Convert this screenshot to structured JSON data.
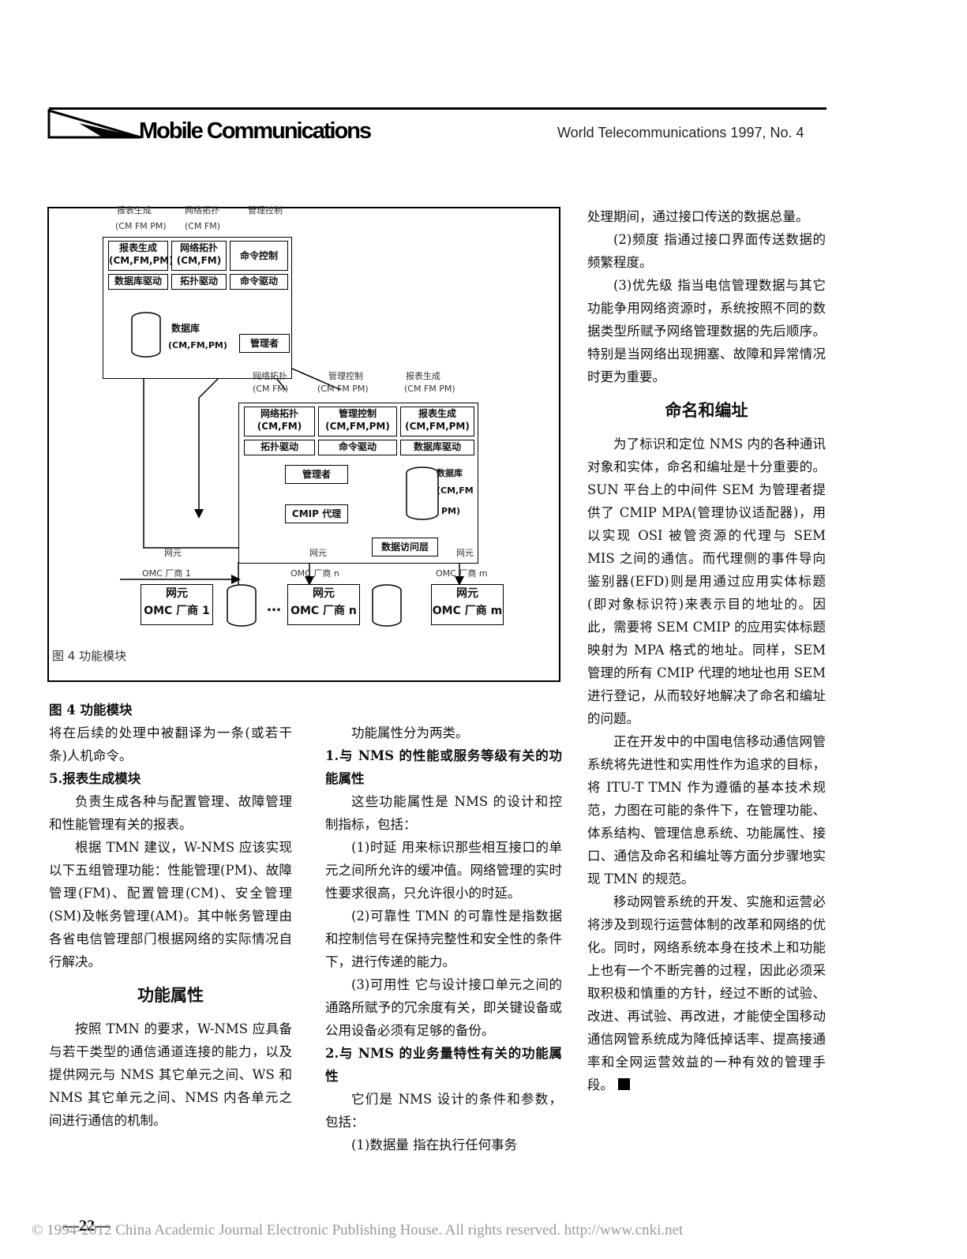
{
  "header": {
    "logo_text": "Mobile Communications",
    "journal": "World Telecommunications 1997, No. 4"
  },
  "figure": {
    "caption": "图 4   功能模块",
    "upper_top_labels": [
      "报表生成",
      "网络拓扑",
      "管理控制"
    ],
    "upper_top_sublabels": [
      "(CM FM PM)",
      "(CM FM)"
    ],
    "upper_cells": [
      {
        "line1": "报表生成",
        "line2": "(CM,FM,PM)"
      },
      {
        "line1": "网络拓扑",
        "line2": "(CM,FM)"
      },
      {
        "line1": "命令控制",
        "line2": ""
      }
    ],
    "upper_drivers": [
      "数据库驱动",
      "拓扑驱动",
      "命令驱动"
    ],
    "upper_db": {
      "line1": "数据库",
      "line2": "(CM,FM,PM)"
    },
    "upper_manager": "管理者",
    "lower_top_labels": [
      "网络拓扑",
      "管理控制",
      "报表生成"
    ],
    "lower_top_sublabels": [
      "(CM FM)",
      "(CM FM PM)",
      "(CM FM PM)"
    ],
    "lower_cells": [
      {
        "line1": "网络拓扑",
        "line2": "(CM,FM)"
      },
      {
        "line1": "管理控制",
        "line2": "(CM,FM,PM)"
      },
      {
        "line1": "报表生成",
        "line2": "(CM,FM,PM)"
      }
    ],
    "lower_drivers": [
      "拓扑驱动",
      "命令驱动",
      "数据库驱动"
    ],
    "lower_manager": "管理者",
    "lower_cmip": "CMIP 代理",
    "lower_db": {
      "line1": "数据库",
      "line2": "(CM,FM",
      "line3": "PM)"
    },
    "lower_data_access": "数据访问层",
    "ne_side_labels": [
      "网元",
      "网元",
      "网元"
    ],
    "omc_labels": [
      "OMC 厂商 1",
      "OMC 厂商 n",
      "OMC 厂商 m"
    ],
    "ne_boxes": [
      {
        "line1": "网元",
        "line2": "OMC 厂商 1"
      },
      {
        "line1": "网元",
        "line2": "OMC 厂商 n"
      },
      {
        "line1": "网元",
        "line2": "OMC 厂商 m"
      }
    ],
    "dots": "…"
  },
  "col1": {
    "fig_caption": "图 4   功能模块",
    "p1": "将在后续的处理中被翻译为一条(或若干条)人机命令。",
    "h5": "5.报表生成模块",
    "p2": "负责生成各种与配置管理、故障管理和性能管理有关的报表。",
    "p3": "根据 TMN 建议，W-NMS 应该实现以下五组管理功能：性能管理(PM)、故障管理(FM)、配置管理(CM)、安全管理(SM)及帐务管理(AM)。其中帐务管理由各省电信管理部门根据网络的实际情况自行解决。",
    "sec": "功能属性",
    "p4": "按照 TMN 的要求，W-NMS 应具备与若干类型的通信通道连接的能力，以及提供网元与 NMS 其它单元之间、WS 和 NMS 其它单元之间、NMS 内各单元之间进行通信的机制。"
  },
  "col2": {
    "p1": "功能属性分为两类。",
    "h1": "1.与 NMS 的性能或服务等级有关的功能属性",
    "p2": "这些功能属性是 NMS 的设计和控制指标，包括：",
    "p3": "(1)时延   用来标识那些相互接口的单元之间所允许的缓冲值。网络管理的实时性要求很高，只允许很小的时延。",
    "p4": "(2)可靠性   TMN 的可靠性是指数据和控制信号在保持完整性和安全性的条件下，进行传递的能力。",
    "p5": "(3)可用性   它与设计接口单元之间的通路所赋予的冗余度有关，即关键设备或公用设备必须有足够的备份。",
    "h2": "2.与 NMS 的业务量特性有关的功能属性",
    "p6": "它们是 NMS 设计的条件和参数，包括：",
    "p7": "(1)数据量   指在执行任何事务"
  },
  "col3": {
    "p1": "处理期间，通过接口传送的数据总量。",
    "p2": "(2)频度   指通过接口界面传送数据的频繁程度。",
    "p3": "(3)优先级   指当电信管理数据与其它功能争用网络资源时，系统按照不同的数据类型所赋予网络管理数据的先后顺序。特别是当网络出现拥塞、故障和异常情况时更为重要。",
    "sec": "命名和编址",
    "p4": "为了标识和定位 NMS 内的各种通讯对象和实体，命名和编址是十分重要的。SUN 平台上的中间件 SEM 为管理者提供了 CMIP MPA(管理协议适配器)，用以实现 OSI 被管资源的代理与 SEM MIS 之间的通信。而代理侧的事件导向鉴别器(EFD)则是用通过应用实体标题(即对象标识符)来表示目的地址的。因此，需要将 SEM CMIP 的应用实体标题映射为 MPA 格式的地址。同样，SEM 管理的所有 CMIP 代理的地址也用 SEM 进行登记，从而较好地解决了命名和编址的问题。",
    "p5": "正在开发中的中国电信移动通信网管系统将先进性和实用性作为追求的目标，将 ITU-T TMN 作为遵循的基本技术规范，力图在可能的条件下，在管理功能、体系结构、管理信息系统、功能属性、接口、通信及命名和编址等方面分步骤地实现 TMN 的规范。",
    "p6": "移动网管系统的开发、实施和运营必将涉及到现行运营体制的改革和网络的优化。同时，网络系统本身在技术上和功能上也有一个不断完善的过程，因此必须采取积极和慎重的方针，经过不断的试验、改进、再试验、再改进，才能使全国移动通信网管系统成为降低掉话率、提高接通率和全网运营效益的一种有效的管理手段。"
  },
  "page_number": "—22—",
  "footer": "© 1994-2012 China Academic Journal Electronic Publishing House. All rights reserved.    http://www.cnki.net"
}
